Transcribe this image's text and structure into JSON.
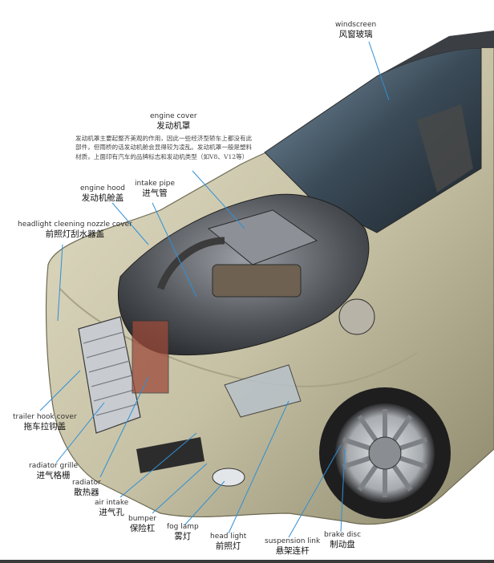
{
  "labels": {
    "windscreen": {
      "en": "windscreen",
      "zh": "风窗玻璃"
    },
    "engine_cover": {
      "en": "engine cover",
      "zh": "发动机罩",
      "desc": "发动机罩主要起整齐美观的作用，因此一些经济型轿车上都没有此部件，但雨桥的话发动机舱会显得较为凌乱。发动机罩一般是塑料材质，上面印有汽车的品牌标志和发动机类型（如V8、V12等）"
    },
    "intake_pipe": {
      "en": "intake pipe",
      "zh": "进气管"
    },
    "engine_hood": {
      "en": "engine hood",
      "zh": "发动机舱盖"
    },
    "headlight_cleaning": {
      "en": "headlight cleening nozzle cover",
      "zh": "前照灯刮水器盖"
    },
    "trailer_hook": {
      "en": "trailer hook cover",
      "zh": "拖车拉钩盖"
    },
    "radiator_grille": {
      "en": "radiator grille",
      "zh": "进气格栅"
    },
    "radiator": {
      "en": "radiator",
      "zh": "散热器"
    },
    "air_intake": {
      "en": "air intake",
      "zh": "进气孔"
    },
    "bumper": {
      "en": "bumper",
      "zh": "保险杠"
    },
    "fog_lamp": {
      "en": "fog lamp",
      "zh": "雾灯"
    },
    "head_light": {
      "en": "head light",
      "zh": "前照灯"
    },
    "suspension_link": {
      "en": "suspension link",
      "zh": "悬架连杆"
    },
    "brake_disc": {
      "en": "brake disc",
      "zh": "制动盘"
    }
  },
  "colors": {
    "leader_line": "#2f8fd6",
    "body_paint": "#c9c4a8",
    "body_shadow": "#8e896c",
    "glass": "#2e3a44",
    "engine": "#4a4d52"
  }
}
